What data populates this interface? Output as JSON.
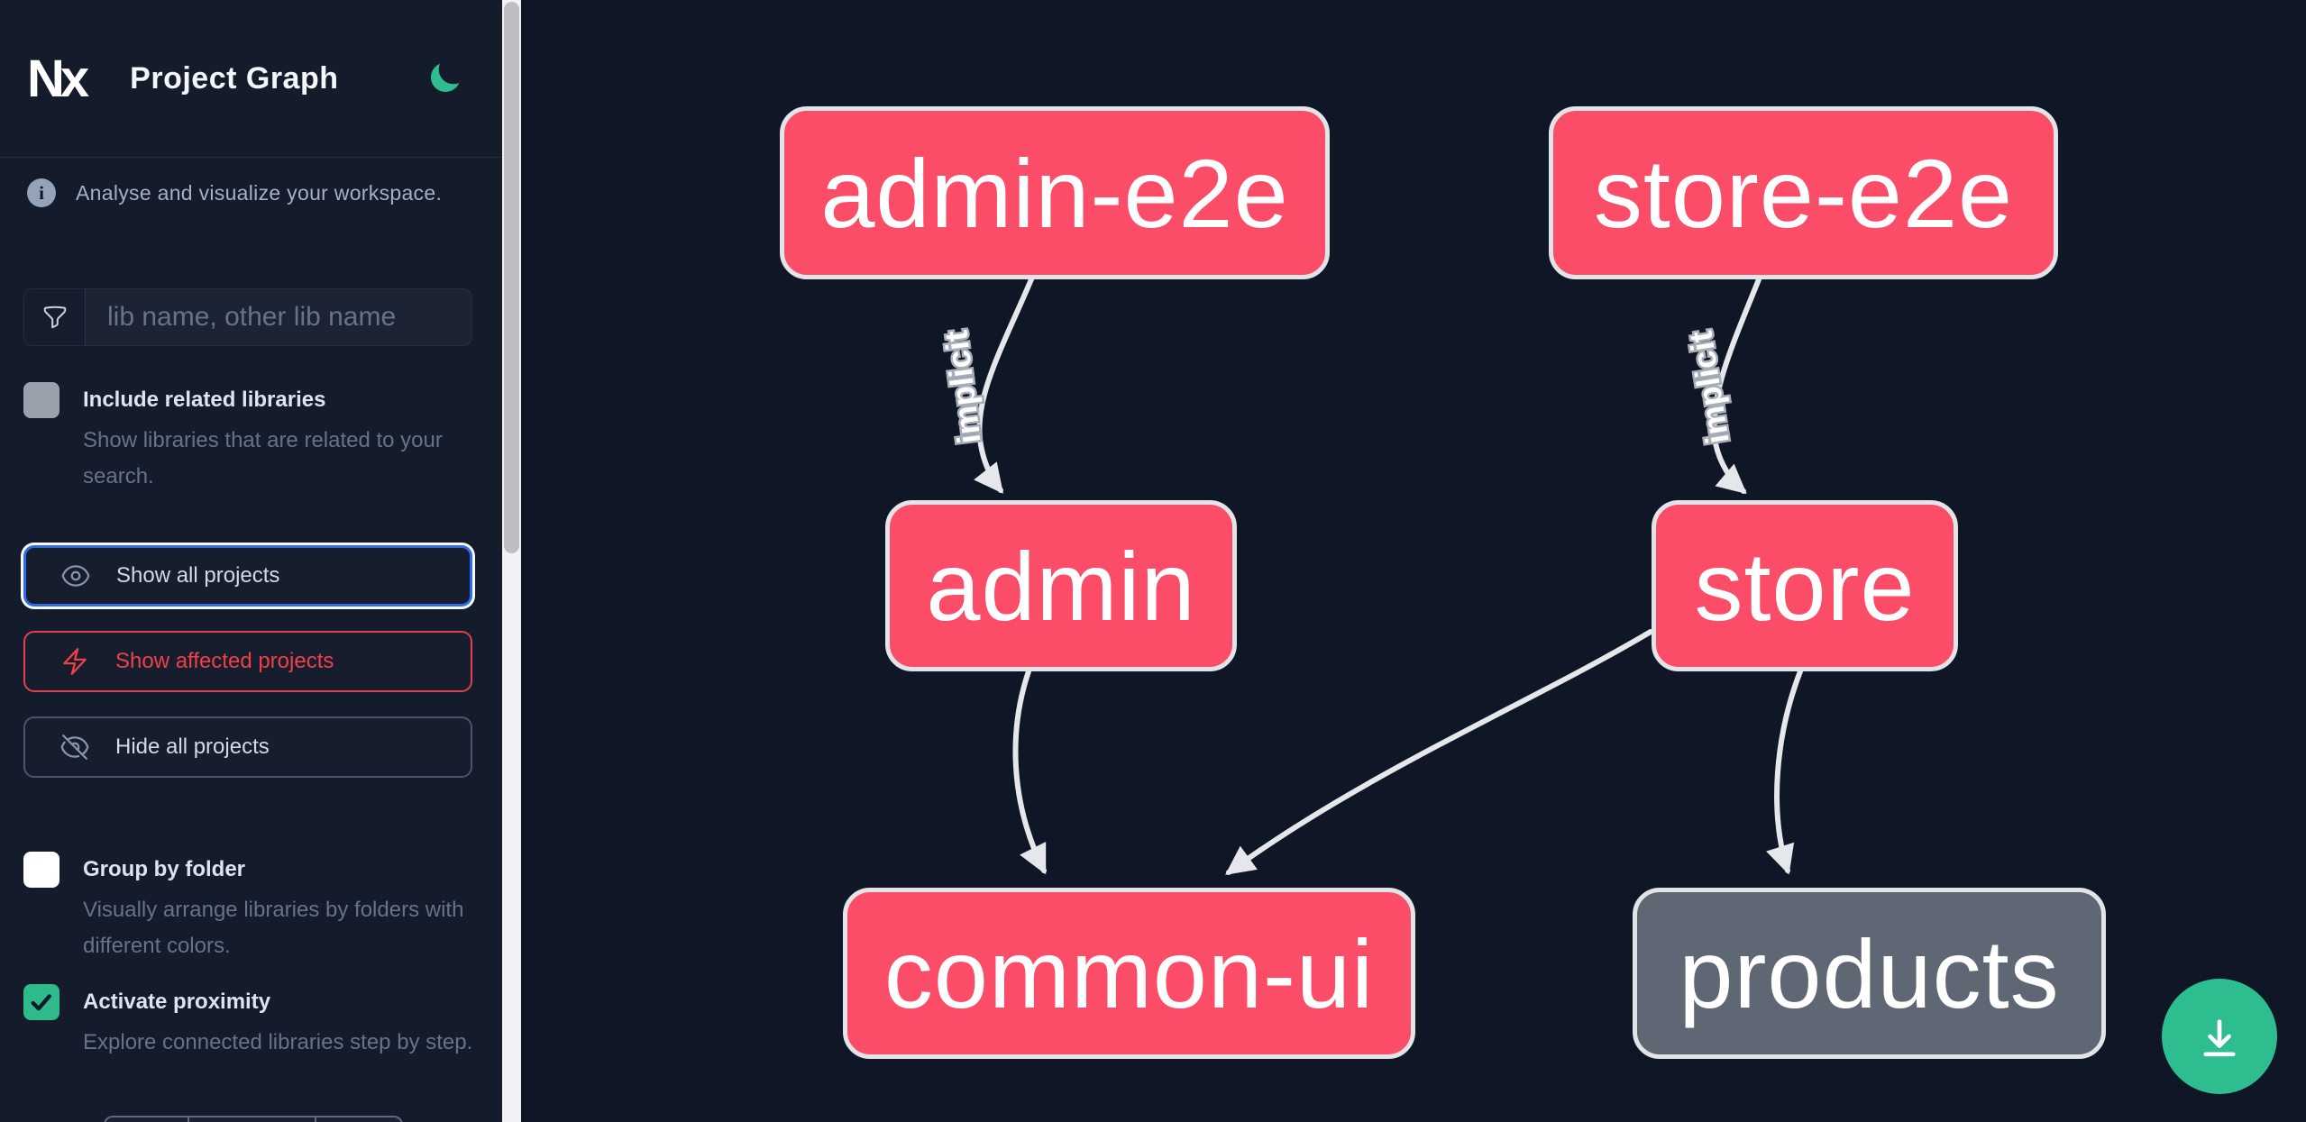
{
  "header": {
    "logo_text": "Nx",
    "title": "Project Graph",
    "theme_icon": "moon-icon"
  },
  "sidebar": {
    "tagline": "Analyse and visualize your workspace.",
    "filter": {
      "placeholder": "lib name, other lib name",
      "value": ""
    },
    "checkboxes": [
      {
        "label": "Include related libraries",
        "description": "Show libraries that are related to your search.",
        "checked": false
      },
      {
        "label": "Group by folder",
        "description": "Visually arrange libraries by folders with different colors.",
        "checked": false
      },
      {
        "label": "Activate proximity",
        "description": "Explore connected libraries step by step.",
        "checked": true
      }
    ],
    "buttons": [
      {
        "label": "Show all projects",
        "icon": "eye-icon",
        "state": "focused"
      },
      {
        "label": "Show affected projects",
        "icon": "bolt-icon",
        "state": "danger"
      },
      {
        "label": "Hide all projects",
        "icon": "eye-slash-icon",
        "state": "default"
      }
    ]
  },
  "graph": {
    "edge_label": "implicit",
    "nodes": [
      {
        "label": "admin-e2e",
        "color_role": "affected-pink"
      },
      {
        "label": "store-e2e",
        "color_role": "affected-pink"
      },
      {
        "label": "admin",
        "color_role": "affected-pink"
      },
      {
        "label": "store",
        "color_role": "affected-pink"
      },
      {
        "label": "common-ui",
        "color_role": "affected-pink"
      },
      {
        "label": "products",
        "color_role": "neutral-gray"
      }
    ],
    "edges": [
      {
        "from": "admin-e2e",
        "to": "admin",
        "type": "implicit"
      },
      {
        "from": "store-e2e",
        "to": "store",
        "type": "implicit"
      },
      {
        "from": "admin",
        "to": "common-ui",
        "type": "static"
      },
      {
        "from": "store",
        "to": "common-ui",
        "type": "static"
      },
      {
        "from": "store",
        "to": "products",
        "type": "static"
      }
    ]
  },
  "colors": {
    "accent_green": "#2dbd8e",
    "node_pink": "#fb4d68",
    "node_gray": "#5f6774",
    "node_border": "#e3e4e8",
    "edge": "#e6e7ea",
    "focus_blue": "#2f6ae8",
    "danger_red": "#ef4049",
    "background": "#0f1626",
    "sidebar_background": "#141b2b"
  }
}
